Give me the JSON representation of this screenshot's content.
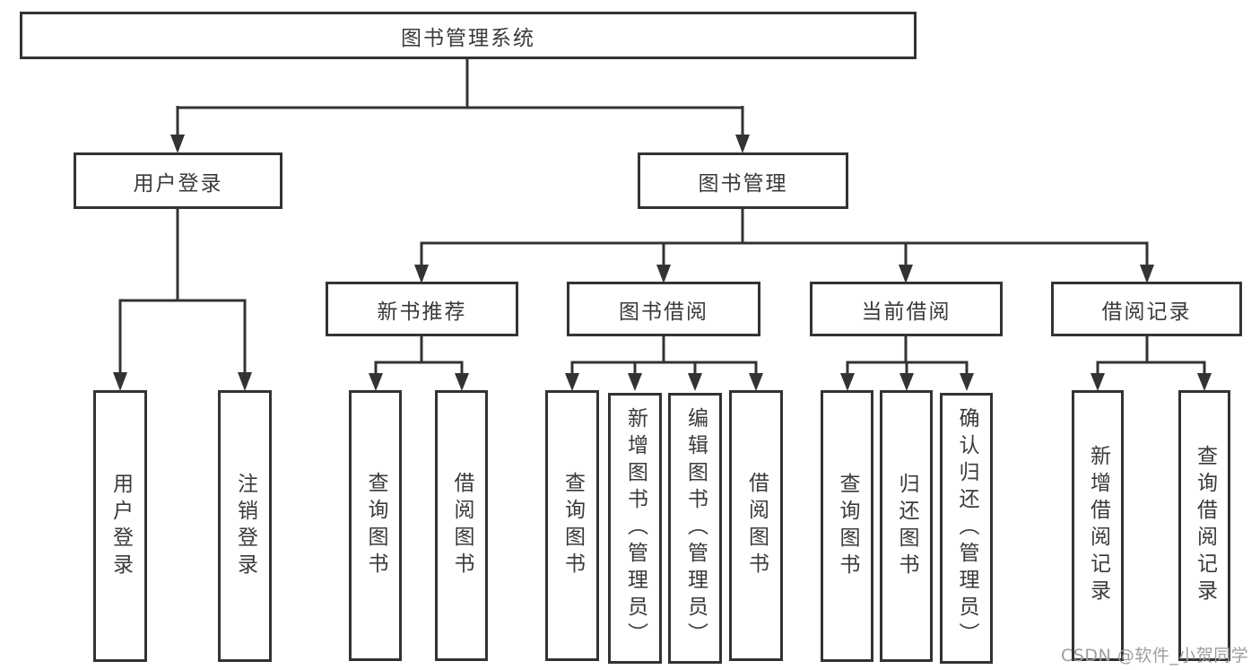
{
  "diagram": {
    "root": {
      "label": "图书管理系统"
    },
    "level2": [
      {
        "label": "用户登录"
      },
      {
        "label": "图书管理"
      }
    ],
    "level3": [
      {
        "label": "新书推荐"
      },
      {
        "label": "图书借阅"
      },
      {
        "label": "当前借阅"
      },
      {
        "label": "借阅记录"
      }
    ],
    "leaves": {
      "user_login": [
        "用户登录",
        "注销登录"
      ],
      "new_book": [
        "查询图书",
        "借阅图书"
      ],
      "book_borrow": [
        "查询图书",
        "新增图书（管理员）",
        "编辑图书（管理员）",
        "借阅图书"
      ],
      "current_borrow": [
        "查询图书",
        "归还图书",
        "确认归还（管理员）"
      ],
      "borrow_record": [
        "新增借阅记录",
        "查询借阅记录"
      ]
    }
  },
  "watermark": {
    "text": "CSDN @软件_小贺同学"
  },
  "colors": {
    "line": "#333333",
    "text": "#3a3a3a",
    "background": "#ffffff",
    "watermark": "#9e9e9e"
  }
}
